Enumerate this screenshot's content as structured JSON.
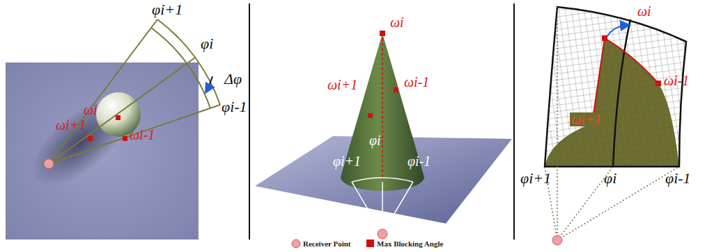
{
  "diagram": {
    "labels": [
      "φi+1",
      "φi",
      "Δφ",
      "φi-1",
      "ωi+1",
      "ωi",
      "ωi-1",
      "ωi",
      "ωi+1",
      "ωi-1",
      "φi",
      "φi+1",
      "φi-1",
      "ωi",
      "ωi-1",
      "ωi+1",
      "φi+1",
      "φi",
      "φi-1"
    ],
    "legend": [
      {
        "text": "Receiver Point"
      },
      {
        "text": "Max Blocking Angle"
      }
    ]
  }
}
